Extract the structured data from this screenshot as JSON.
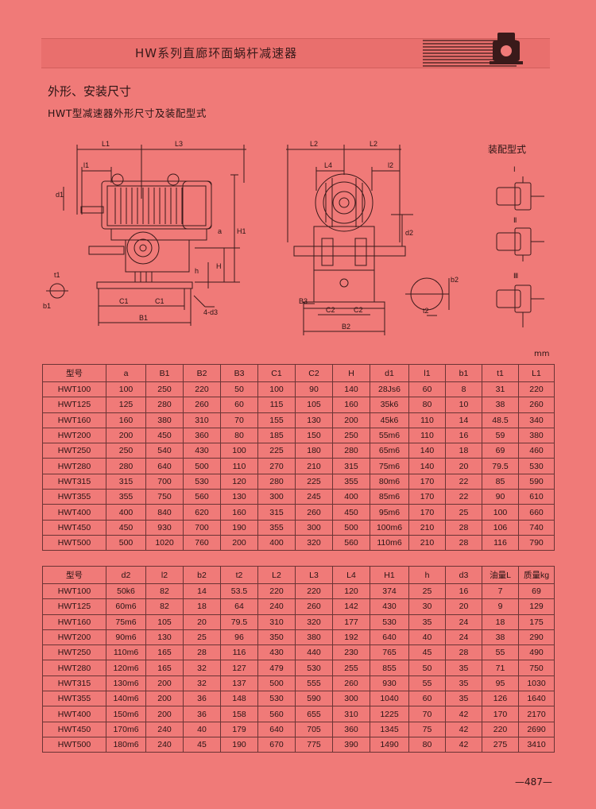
{
  "header": {
    "title": "HW系列直廊环面蜗杆减速器"
  },
  "section": {
    "title": "外形、安装尺寸",
    "subtitle": "HWT型减速器外形尺寸及装配型式"
  },
  "assembly": {
    "title": "装配型式",
    "types": [
      "Ⅰ",
      "Ⅱ",
      "Ⅲ"
    ]
  },
  "drawing_labels": {
    "front": [
      "L1",
      "L3",
      "l1",
      "d1",
      "a",
      "H1",
      "H",
      "h",
      "C1",
      "C1",
      "B1",
      "4-d3"
    ],
    "side": [
      "L2",
      "L2",
      "L4",
      "l2",
      "d2",
      "B3",
      "C2",
      "C2",
      "B2"
    ],
    "key": [
      "t1",
      "b1",
      "b2",
      "t2"
    ]
  },
  "unit": "mm",
  "table1": {
    "headers": [
      "型号",
      "a",
      "B1",
      "B2",
      "B3",
      "C1",
      "C2",
      "H",
      "d1",
      "l1",
      "b1",
      "t1",
      "L1"
    ],
    "rows": [
      [
        "HWT100",
        "100",
        "250",
        "220",
        "50",
        "100",
        "90",
        "140",
        "28Js6",
        "60",
        "8",
        "31",
        "220"
      ],
      [
        "HWT125",
        "125",
        "280",
        "260",
        "60",
        "115",
        "105",
        "160",
        "35k6",
        "80",
        "10",
        "38",
        "260"
      ],
      [
        "HWT160",
        "160",
        "380",
        "310",
        "70",
        "155",
        "130",
        "200",
        "45k6",
        "110",
        "14",
        "48.5",
        "340"
      ],
      [
        "HWT200",
        "200",
        "450",
        "360",
        "80",
        "185",
        "150",
        "250",
        "55m6",
        "110",
        "16",
        "59",
        "380"
      ],
      [
        "HWT250",
        "250",
        "540",
        "430",
        "100",
        "225",
        "180",
        "280",
        "65m6",
        "140",
        "18",
        "69",
        "460"
      ],
      [
        "HWT280",
        "280",
        "640",
        "500",
        "110",
        "270",
        "210",
        "315",
        "75m6",
        "140",
        "20",
        "79.5",
        "530"
      ],
      [
        "HWT315",
        "315",
        "700",
        "530",
        "120",
        "280",
        "225",
        "355",
        "80m6",
        "170",
        "22",
        "85",
        "590"
      ],
      [
        "HWT355",
        "355",
        "750",
        "560",
        "130",
        "300",
        "245",
        "400",
        "85m6",
        "170",
        "22",
        "90",
        "610"
      ],
      [
        "HWT400",
        "400",
        "840",
        "620",
        "160",
        "315",
        "260",
        "450",
        "95m6",
        "170",
        "25",
        "100",
        "660"
      ],
      [
        "HWT450",
        "450",
        "930",
        "700",
        "190",
        "355",
        "300",
        "500",
        "100m6",
        "210",
        "28",
        "106",
        "740"
      ],
      [
        "HWT500",
        "500",
        "1020",
        "760",
        "200",
        "400",
        "320",
        "560",
        "110m6",
        "210",
        "28",
        "116",
        "790"
      ]
    ]
  },
  "table2": {
    "headers": [
      "型号",
      "d2",
      "l2",
      "b2",
      "t2",
      "L2",
      "L3",
      "L4",
      "H1",
      "h",
      "d3",
      "油量L",
      "质量kg"
    ],
    "rows": [
      [
        "HWT100",
        "50k6",
        "82",
        "14",
        "53.5",
        "220",
        "220",
        "120",
        "374",
        "25",
        "16",
        "7",
        "69"
      ],
      [
        "HWT125",
        "60m6",
        "82",
        "18",
        "64",
        "240",
        "260",
        "142",
        "430",
        "30",
        "20",
        "9",
        "129"
      ],
      [
        "HWT160",
        "75m6",
        "105",
        "20",
        "79.5",
        "310",
        "320",
        "177",
        "530",
        "35",
        "24",
        "18",
        "175"
      ],
      [
        "HWT200",
        "90m6",
        "130",
        "25",
        "96",
        "350",
        "380",
        "192",
        "640",
        "40",
        "24",
        "38",
        "290"
      ],
      [
        "HWT250",
        "110m6",
        "165",
        "28",
        "116",
        "430",
        "440",
        "230",
        "765",
        "45",
        "28",
        "55",
        "490"
      ],
      [
        "HWT280",
        "120m6",
        "165",
        "32",
        "127",
        "479",
        "530",
        "255",
        "855",
        "50",
        "35",
        "71",
        "750"
      ],
      [
        "HWT315",
        "130m6",
        "200",
        "32",
        "137",
        "500",
        "555",
        "260",
        "930",
        "55",
        "35",
        "95",
        "1030"
      ],
      [
        "HWT355",
        "140m6",
        "200",
        "36",
        "148",
        "530",
        "590",
        "300",
        "1040",
        "60",
        "35",
        "126",
        "1640"
      ],
      [
        "HWT400",
        "150m6",
        "200",
        "36",
        "158",
        "560",
        "655",
        "310",
        "1225",
        "70",
        "42",
        "170",
        "2170"
      ],
      [
        "HWT450",
        "170m6",
        "240",
        "40",
        "179",
        "640",
        "705",
        "360",
        "1345",
        "75",
        "42",
        "220",
        "2690"
      ],
      [
        "HWT500",
        "180m6",
        "240",
        "45",
        "190",
        "670",
        "775",
        "390",
        "1490",
        "80",
        "42",
        "275",
        "3410"
      ]
    ]
  },
  "page": {
    "number": "—487—"
  }
}
